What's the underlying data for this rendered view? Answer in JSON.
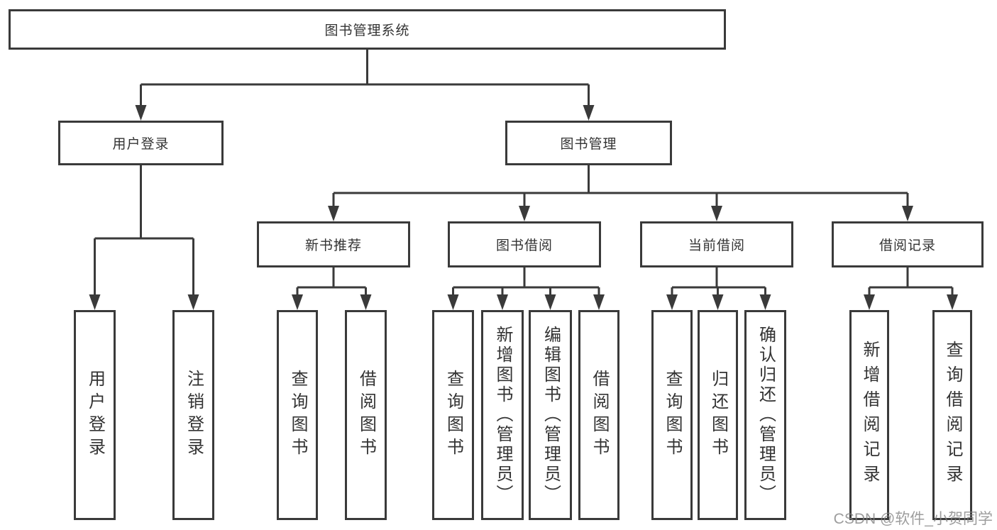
{
  "diagram": {
    "type": "tree",
    "root": {
      "label": "图书管理系统",
      "children": [
        {
          "label": "用户登录",
          "children": [
            {
              "label": "用户登录"
            },
            {
              "label": "注销登录"
            }
          ]
        },
        {
          "label": "图书管理",
          "children": [
            {
              "label": "新书推荐",
              "children": [
                {
                  "label": "查询图书"
                },
                {
                  "label": "借阅图书"
                }
              ]
            },
            {
              "label": "图书借阅",
              "children": [
                {
                  "label": "查询图书"
                },
                {
                  "label": "新增图书（管理员）"
                },
                {
                  "label": "编辑图书（管理员）"
                },
                {
                  "label": "借阅图书"
                }
              ]
            },
            {
              "label": "当前借阅",
              "children": [
                {
                  "label": "查询图书"
                },
                {
                  "label": "归还图书"
                },
                {
                  "label": "确认归还（管理员）"
                }
              ]
            },
            {
              "label": "借阅记录",
              "children": [
                {
                  "label": "新增借阅记录"
                },
                {
                  "label": "查询借阅记录"
                }
              ]
            }
          ]
        }
      ]
    }
  },
  "watermark": {
    "text": "CSDN @软件_小贺同学",
    "color": "#828282"
  },
  "colors": {
    "line": "#3a3a3a",
    "text": "#333333",
    "background": "#ffffff"
  }
}
